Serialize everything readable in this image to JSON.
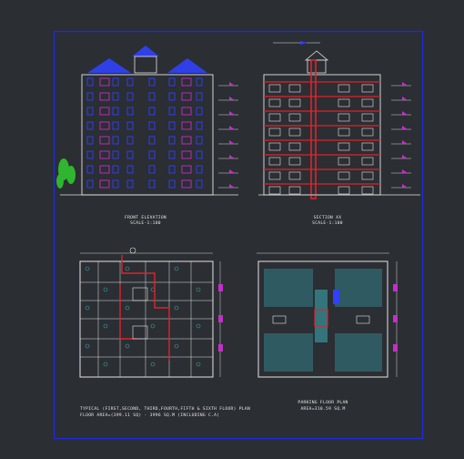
{
  "colors": {
    "background": "#2b2e33",
    "frame": "#1f2bd8",
    "wall": "#e4e4e4",
    "structure_red": "#e0232a",
    "window_magenta": "#c42fc8",
    "window_blue": "#3040ff",
    "roof_blue": "#3040e8",
    "tree_green": "#2fb52f",
    "floor_cyan": "#3aa3ad",
    "dimension": "#d8d8d8",
    "text": "#e9e9e9"
  },
  "drawings": {
    "front_elevation": {
      "title": "FRONT ELEVATION",
      "scale": "SCALE-1:100"
    },
    "section": {
      "title": "SECTION XX",
      "scale": "SCALE-1:100"
    },
    "typical_plan": {
      "title": "TYPICAL (FIRST,SECOND, THIRD,FOURTH,FIFTH & SIXTH FLOOR) PLAN",
      "area": "FLOOR AREA=(399.11 SQ) - 3996 SQ.M (INCLUDING C.A)"
    },
    "parking_plan": {
      "title": "PARKING FLOOR PLAN",
      "area": "AREA=310.59 SQ.M"
    }
  }
}
